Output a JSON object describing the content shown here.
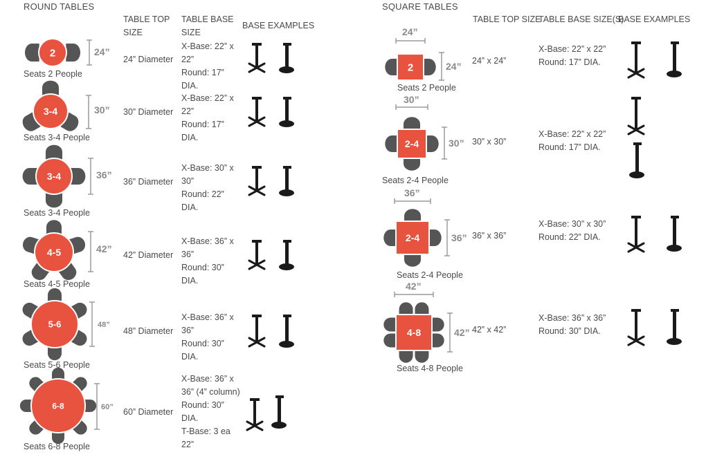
{
  "round": {
    "title": "ROUND TABLES",
    "headers": {
      "top_size": "TABLE TOP SIZE",
      "base_size": "TABLE BASE SIZE",
      "examples": "BASE EXAMPLES"
    },
    "rows": [
      {
        "label": "2",
        "dim": "24”",
        "seats": "Seats 2 People",
        "top": "24” Diameter",
        "base": [
          "X-Base: 22” x 22”",
          "Round: 17” DIA."
        ]
      },
      {
        "label": "3-4",
        "dim": "30”",
        "seats": "Seats 3-4 People",
        "top": "30” Diameter",
        "base": [
          "X-Base: 22” x 22”",
          "Round: 17” DIA."
        ]
      },
      {
        "label": "3-4",
        "dim": "36”",
        "seats": "Seats 3-4 People",
        "top": "36” Diameter",
        "base": [
          "X-Base: 30” x 30”",
          "Round: 22” DIA."
        ]
      },
      {
        "label": "4-5",
        "dim": "42”",
        "seats": "Seats 4-5 People",
        "top": "42” Diameter",
        "base": [
          "X-Base: 36” x 36”",
          "Round: 30” DIA."
        ]
      },
      {
        "label": "5-6",
        "dim": "48”",
        "seats": "Seats 5-6 People",
        "top": "48” Diameter",
        "base": [
          "X-Base: 36” x 36”",
          "Round: 30” DIA."
        ]
      },
      {
        "label": "6-8",
        "dim": "60”",
        "seats": "Seats 6-8 People",
        "top": "60” Diameter",
        "base": [
          "X-Base: 36” x 36” (4” column)",
          "Round: 30” DIA.",
          "T-Base: 3 ea 22”"
        ]
      }
    ]
  },
  "square": {
    "title": "SQUARE TABLES",
    "headers": {
      "top_size": "TABLE TOP SIZE",
      "base_size": "TABLE BASE SIZE(S)",
      "examples": "BASE EXAMPLES"
    },
    "rows": [
      {
        "label": "2",
        "dim": "24”",
        "seats": "Seats 2 People",
        "top": "24” x 24”",
        "base": [
          "X-Base: 22” x 22”",
          "Round: 17” DIA."
        ]
      },
      {
        "label": "2-4",
        "dim": "30”",
        "seats": "Seats 2-4 People",
        "top": "30” x 30”",
        "base": [
          "X-Base: 22” x 22”",
          "Round: 17” DIA."
        ]
      },
      {
        "label": "2-4",
        "dim": "36”",
        "seats": "Seats 2-4 People",
        "top": "36” x 36”",
        "base": [
          "X-Base: 30” x 30”",
          "Round: 22” DIA."
        ]
      },
      {
        "label": "4-8",
        "dim": "42”",
        "seats": "Seats 4-8 People",
        "top": "42” x 42”",
        "base": [
          "X-Base: 36” x 36”",
          "Round: 30” DIA."
        ]
      }
    ]
  },
  "colors": {
    "table": "#e8533f",
    "chair": "#555555",
    "base": "#1a1a1a",
    "dim": "#9a9a9a"
  }
}
